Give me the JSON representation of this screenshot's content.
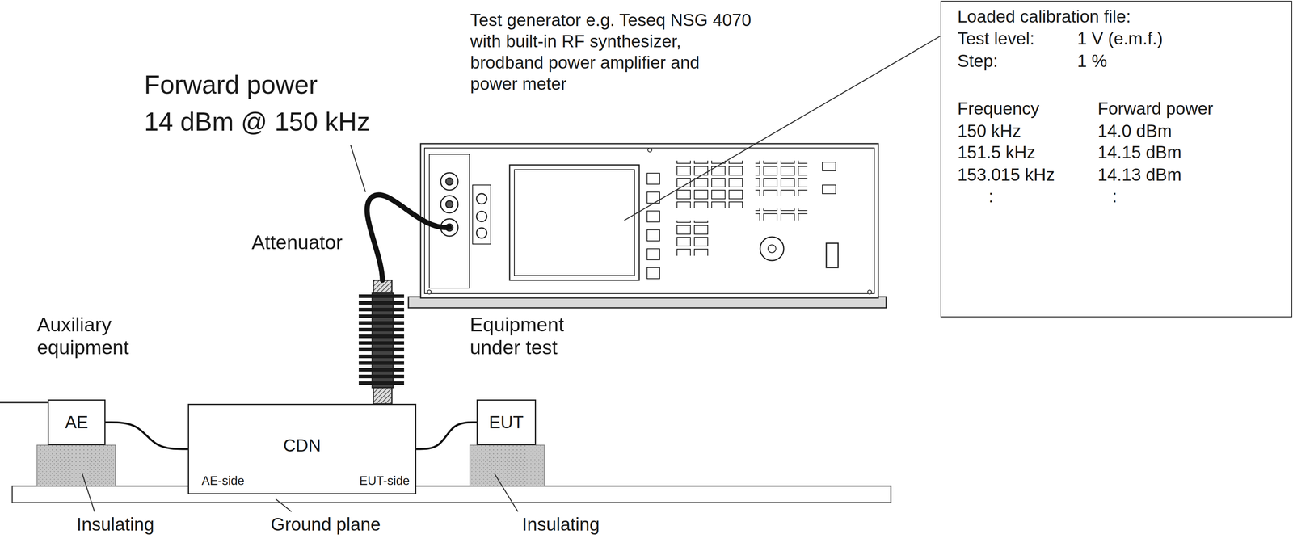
{
  "diagram": {
    "nodes": [
      {
        "text": [
          "Loaded calibration file:",
          "Test level:",
          "1 V (e.m.f.)",
          "Step:",
          "1 %",
          "Frequency",
          "Forward power",
          "150 kHz",
          "14.0 dBm",
          "151.5 kHz",
          "14.15 dBm",
          "153.015 kHz",
          "14.13 dBm",
          ":",
          ":"
        ]
      },
      {
        "text": [
          "AE"
        ]
      },
      {
        "text": [
          "CDN",
          "AE-side",
          "EUT-side"
        ]
      },
      {
        "text": [
          "EUT"
        ]
      }
    ],
    "edges": [
      {
        "from": 1,
        "to": 2,
        "arrow": "none"
      },
      {
        "from": 2,
        "to": 3,
        "arrow": "none"
      }
    ],
    "labels": [
      "Forward power",
      "14 dBm @ 150 kHz",
      "Test generator e.g. Teseq NSG 4070",
      "with built-in RF synthesizer,",
      "brodband power amplifier and",
      "power meter",
      "Attenuator",
      "Auxiliary equipment",
      "Equipment under test",
      "Insulating",
      "Ground plane",
      "Insulating"
    ]
  }
}
